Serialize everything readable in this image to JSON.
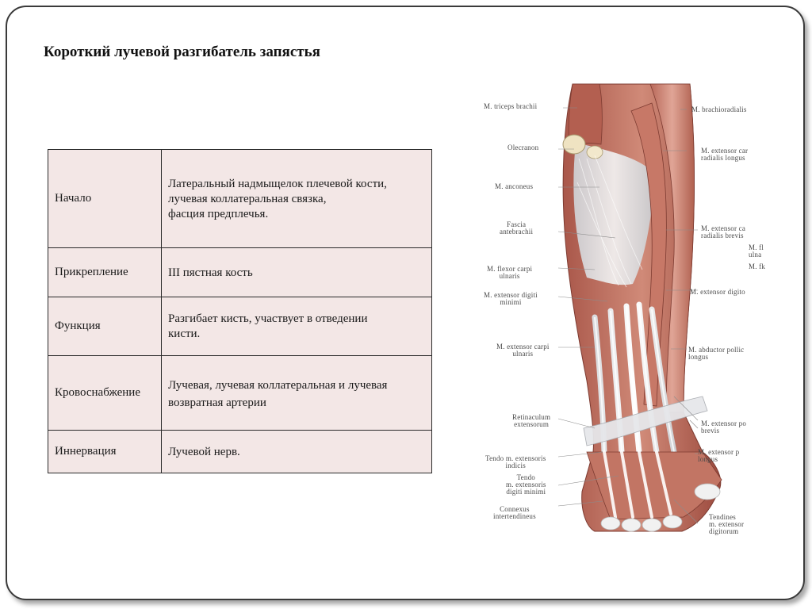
{
  "slide": {
    "title": "Короткий лучевой разгибатель запястья"
  },
  "table": {
    "rows": [
      {
        "label": "Начало",
        "value_lines": [
          "Латеральный  надмыщелок плечевой кости,",
          "лучевая коллатеральная связка,",
          "фасция предплечья."
        ]
      },
      {
        "label": "Прикрепление",
        "value_lines": [
          "III  пястная  кость"
        ]
      },
      {
        "label": "Функция",
        "value_lines": [
          "Разгибает кисть, участвует в отведении",
          "кисти."
        ]
      },
      {
        "label": "Кровоснабжение",
        "value_lines": [
          "Лучевая, лучевая коллатеральная и лучевая",
          "возвратная артерии"
        ]
      },
      {
        "label": "Иннервация",
        "value_lines": [
          "Лучевой нерв."
        ]
      }
    ]
  },
  "figure": {
    "left_labels": [
      {
        "id": "triceps",
        "lines": [
          "M. triceps brachii"
        ]
      },
      {
        "id": "olecranon",
        "lines": [
          "Olecranon"
        ]
      },
      {
        "id": "anconeus",
        "lines": [
          "M. anconeus"
        ]
      },
      {
        "id": "fascia",
        "lines": [
          "Fascia",
          "antebrachii"
        ]
      },
      {
        "id": "flexor-carpi-ulnaris",
        "lines": [
          "M. flexor carpi",
          "ulnaris"
        ]
      },
      {
        "id": "extensor-digiti-minimi",
        "lines": [
          "M. extensor digiti",
          "minimi"
        ]
      },
      {
        "id": "extensor-carpi-ulnaris",
        "lines": [
          "M. extensor carpi",
          "ulnaris"
        ]
      },
      {
        "id": "retinaculum",
        "lines": [
          "Retinaculum",
          "extensorum"
        ]
      },
      {
        "id": "tendo-indicis",
        "lines": [
          "Tendo m. extensoris",
          "indicis"
        ]
      },
      {
        "id": "tendo-digiti-minimi",
        "lines": [
          "Tendo",
          "m. extensoris",
          "digiti minimi"
        ]
      },
      {
        "id": "connexus",
        "lines": [
          "Connexus",
          "intertendineus"
        ]
      }
    ],
    "right_labels": [
      {
        "id": "brachioradialis",
        "lines": [
          "M. brachioradialis"
        ]
      },
      {
        "id": "ecr-longus",
        "lines": [
          "M. extensor car",
          "radialis longus"
        ]
      },
      {
        "id": "ecr-brevis",
        "lines": [
          "M. extensor ca",
          "radialis brevis"
        ]
      },
      {
        "id": "m-fl",
        "lines": [
          "M. fl",
          "ulna"
        ]
      },
      {
        "id": "m-fk",
        "lines": [
          "M. fk"
        ]
      },
      {
        "id": "extensor-digito",
        "lines": [
          "M. extensor digito"
        ]
      },
      {
        "id": "abductor-pollicis",
        "lines": [
          "M. abductor pollic",
          "longus"
        ]
      },
      {
        "id": "extensor-pollicis-brevis",
        "lines": [
          "M. extensor po",
          "brevis"
        ]
      },
      {
        "id": "extensor-pollicis-longus",
        "lines": [
          "M. extensor p",
          "longus"
        ]
      },
      {
        "id": "tendines",
        "lines": [
          "Tendines",
          "m. extensor",
          "digitorum"
        ]
      }
    ]
  }
}
